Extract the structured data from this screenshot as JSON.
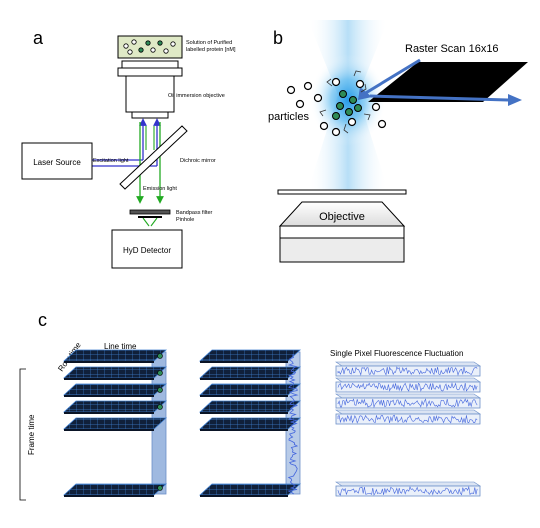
{
  "panels": {
    "a": {
      "letter": "a",
      "sample_line1": "Solution of Purified",
      "sample_line2": "labelled protein [nM]",
      "objective": "Oil immersion objective",
      "laser": "Laser Source",
      "excitation": "Excitation light",
      "dichroic": "Dichroic mirror",
      "emission": "Emission light",
      "filter": "Bandpass filter",
      "pinhole": "Pinhole",
      "detector": "HyD Detector"
    },
    "b": {
      "letter": "b",
      "raster": "Raster Scan 16x16",
      "particles": "particles",
      "objective": "Objective"
    },
    "c": {
      "letter": "c",
      "row_time": "Row time",
      "line_time": "Line time",
      "frame_time": "Frame time",
      "fluct_title": "Single Pixel Fluorescence Fluctuation"
    }
  },
  "colors": {
    "excitation_beam": "#3333cc",
    "emission_beam": "#22aa22",
    "focus_glow": "#33aaee",
    "particle": "#2e8b57",
    "grid_fill": "#10203a",
    "grid_line": "#3f7fd0",
    "column": "#9fb9e0",
    "trace": "#4466dd"
  }
}
